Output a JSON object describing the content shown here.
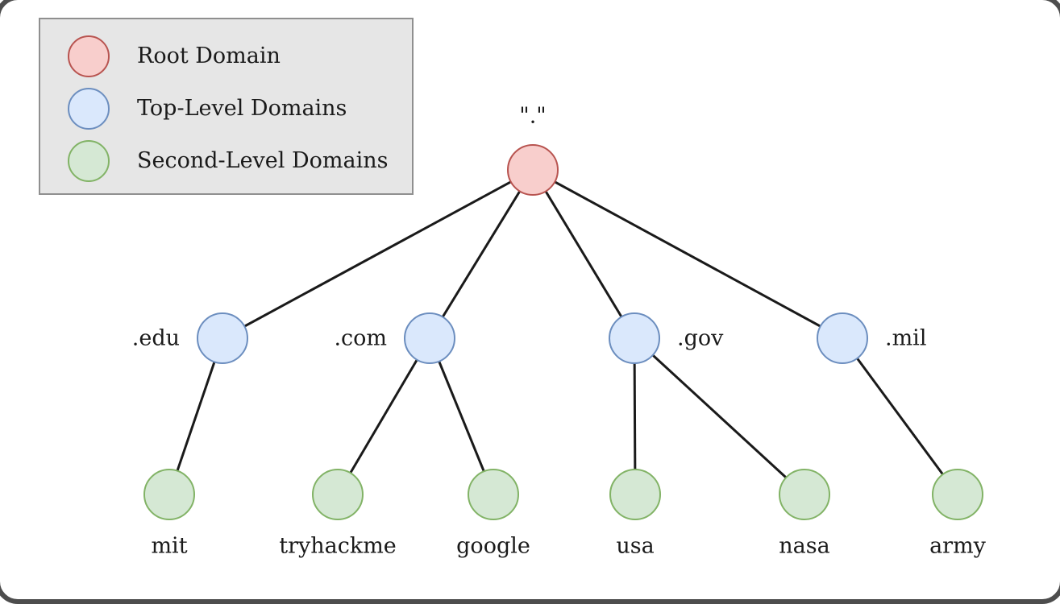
{
  "diagram": {
    "name": "dns-hierarchy",
    "levels": [
      "Root Domain",
      "Top-Level Domains",
      "Second-Level Domains"
    ]
  },
  "legend": {
    "items": [
      {
        "id": "root",
        "label": "Root Domain"
      },
      {
        "id": "tld",
        "label": "Top-Level Domains"
      },
      {
        "id": "sld",
        "label": "Second-Level Domains"
      }
    ]
  },
  "nodes": {
    "root": {
      "label": "\".\"",
      "type": "root"
    },
    "edu": {
      "label": ".edu",
      "type": "tld"
    },
    "com": {
      "label": ".com",
      "type": "tld"
    },
    "gov": {
      "label": ".gov",
      "type": "tld"
    },
    "mil": {
      "label": ".mil",
      "type": "tld"
    },
    "mit": {
      "label": "mit",
      "type": "sld"
    },
    "tryhackme": {
      "label": "tryhackme",
      "type": "sld"
    },
    "google": {
      "label": "google",
      "type": "sld"
    },
    "usa": {
      "label": "usa",
      "type": "sld"
    },
    "nasa": {
      "label": "nasa",
      "type": "sld"
    },
    "army": {
      "label": "army",
      "type": "sld"
    }
  },
  "edges": [
    {
      "from": "root",
      "to": "edu"
    },
    {
      "from": "root",
      "to": "com"
    },
    {
      "from": "root",
      "to": "gov"
    },
    {
      "from": "root",
      "to": "mil"
    },
    {
      "from": "edu",
      "to": "mit"
    },
    {
      "from": "com",
      "to": "tryhackme"
    },
    {
      "from": "com",
      "to": "google"
    },
    {
      "from": "gov",
      "to": "usa"
    },
    {
      "from": "gov",
      "to": "nasa"
    },
    {
      "from": "mil",
      "to": "army"
    }
  ],
  "palette": {
    "root": {
      "fill": "#f8cecc",
      "stroke": "#b85450"
    },
    "tld": {
      "fill": "#dae8fc",
      "stroke": "#6c8ebf"
    },
    "sld": {
      "fill": "#d5e8d4",
      "stroke": "#82b366"
    },
    "edge": "#1a1a1a",
    "text": "#1a1a1a",
    "legend_bg": "#e6e6e6",
    "legend_border": "#8f8f8f"
  }
}
